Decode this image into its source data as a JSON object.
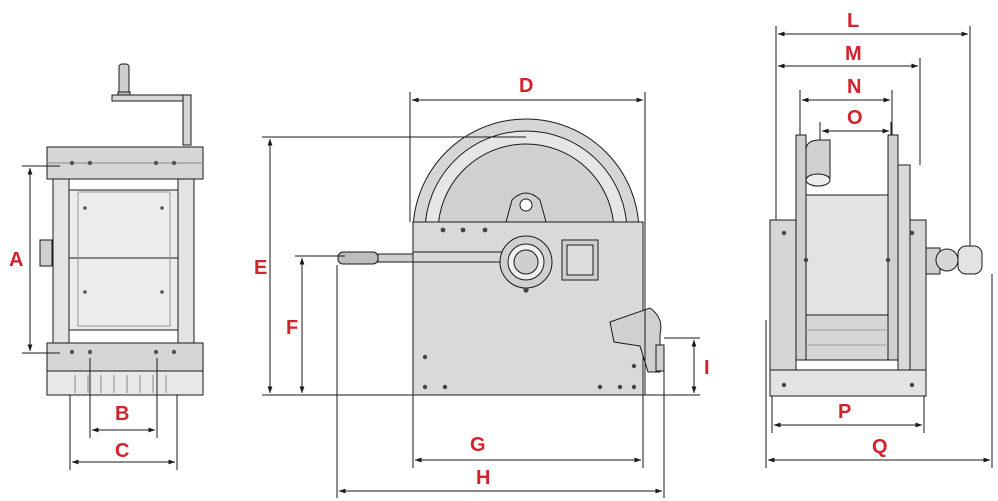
{
  "colors": {
    "label": "#d2232a",
    "line": "#1a1a1a",
    "metal": "#d6d6d6",
    "metal_dark": "#a9a9a9",
    "metal_light": "#ececec",
    "background": "#ffffff"
  },
  "views": [
    {
      "name": "side-view-left",
      "dimensions": [
        "A",
        "B",
        "C"
      ]
    },
    {
      "name": "front-view",
      "dimensions": [
        "D",
        "E",
        "F",
        "G",
        "H",
        "I"
      ]
    },
    {
      "name": "side-view-right",
      "dimensions": [
        "L",
        "M",
        "N",
        "O",
        "P",
        "Q"
      ]
    }
  ],
  "dimension_labels": {
    "A": "A",
    "B": "B",
    "C": "C",
    "D": "D",
    "E": "E",
    "F": "F",
    "G": "G",
    "H": "H",
    "I": "I",
    "L": "L",
    "M": "M",
    "N": "N",
    "O": "O",
    "P": "P",
    "Q": "Q"
  }
}
